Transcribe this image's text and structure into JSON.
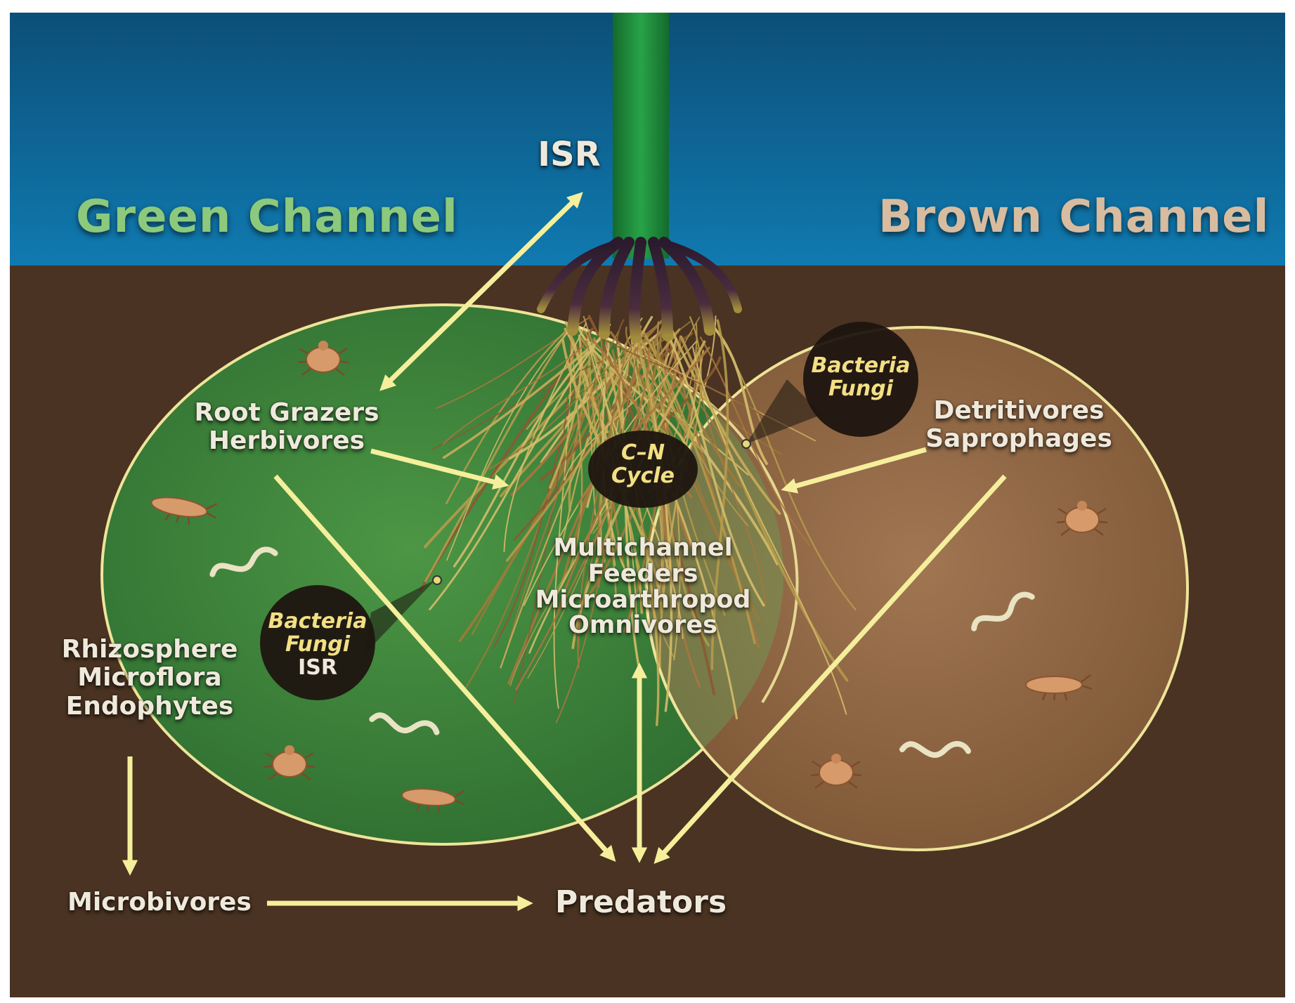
{
  "labels": {
    "isr_top": "ISR",
    "green_channel": "Green Channel",
    "brown_channel": "Brown Channel",
    "root_grazers": [
      "Root Grazers",
      "Herbivores"
    ],
    "detritivores": [
      "Detritivores",
      "Saprophages"
    ],
    "multichannel": [
      "Multichannel",
      "Feeders",
      "Microarthropod",
      "Omnivores"
    ],
    "rhizosphere": [
      "Rhizosphere",
      "Microflora",
      "Endophytes"
    ],
    "microbivores": "Microbivores",
    "predators": "Predators",
    "cn_cycle": [
      "C–N",
      "Cycle"
    ],
    "bacteria_fungi_right": [
      "Bacteria",
      "Fungi"
    ],
    "bacteria_fungi_isr_left": [
      "Bacteria",
      "Fungi",
      "ISR"
    ]
  },
  "colors": {
    "sky": "#0f5f86",
    "soil": "#4a3322",
    "green_circle": "#3f8a3e",
    "brown_circle": "#8d6544",
    "arrow": "#f5ef9c",
    "green_title": "#8cc97c",
    "brown_title": "#d7bca0",
    "stem": "#1f8c3a"
  },
  "icons": {
    "mite": "mite-icon",
    "springtail": "springtail-icon",
    "nematode": "nematode-icon",
    "roots": "root-system-icon"
  }
}
